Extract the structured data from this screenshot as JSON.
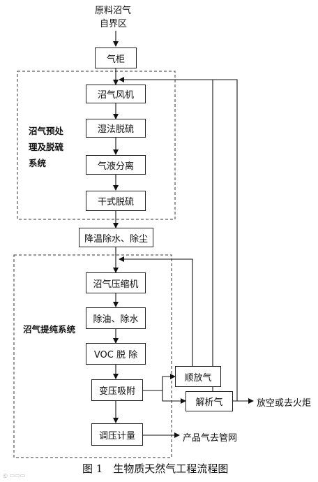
{
  "source": {
    "line1": "原料沼气",
    "line2": "自界区"
  },
  "steps": {
    "gas_holder": "气柜",
    "fan": "沼气风机",
    "wet_desulf": "湿法脱硫",
    "gas_liquid": "气液分离",
    "dry_desulf": "干式脱硫",
    "cooling": "降温除水、除尘",
    "compressor": "沼气压缩机",
    "oil_water": "除油、除水",
    "voc": "VOC 脱 除",
    "psa": "变压吸附",
    "regulate": "调压计量",
    "blowdown": "顺放气",
    "desorb": "解析气"
  },
  "groups": {
    "pretreat": [
      "沼气预处",
      "理及脱硫",
      "系统"
    ],
    "purify": "沼气提纯系统"
  },
  "outputs": {
    "flare": "放空或去火炬",
    "product": "产品气去管网"
  },
  "caption": "图 1　生物质天然气工程流程图"
}
